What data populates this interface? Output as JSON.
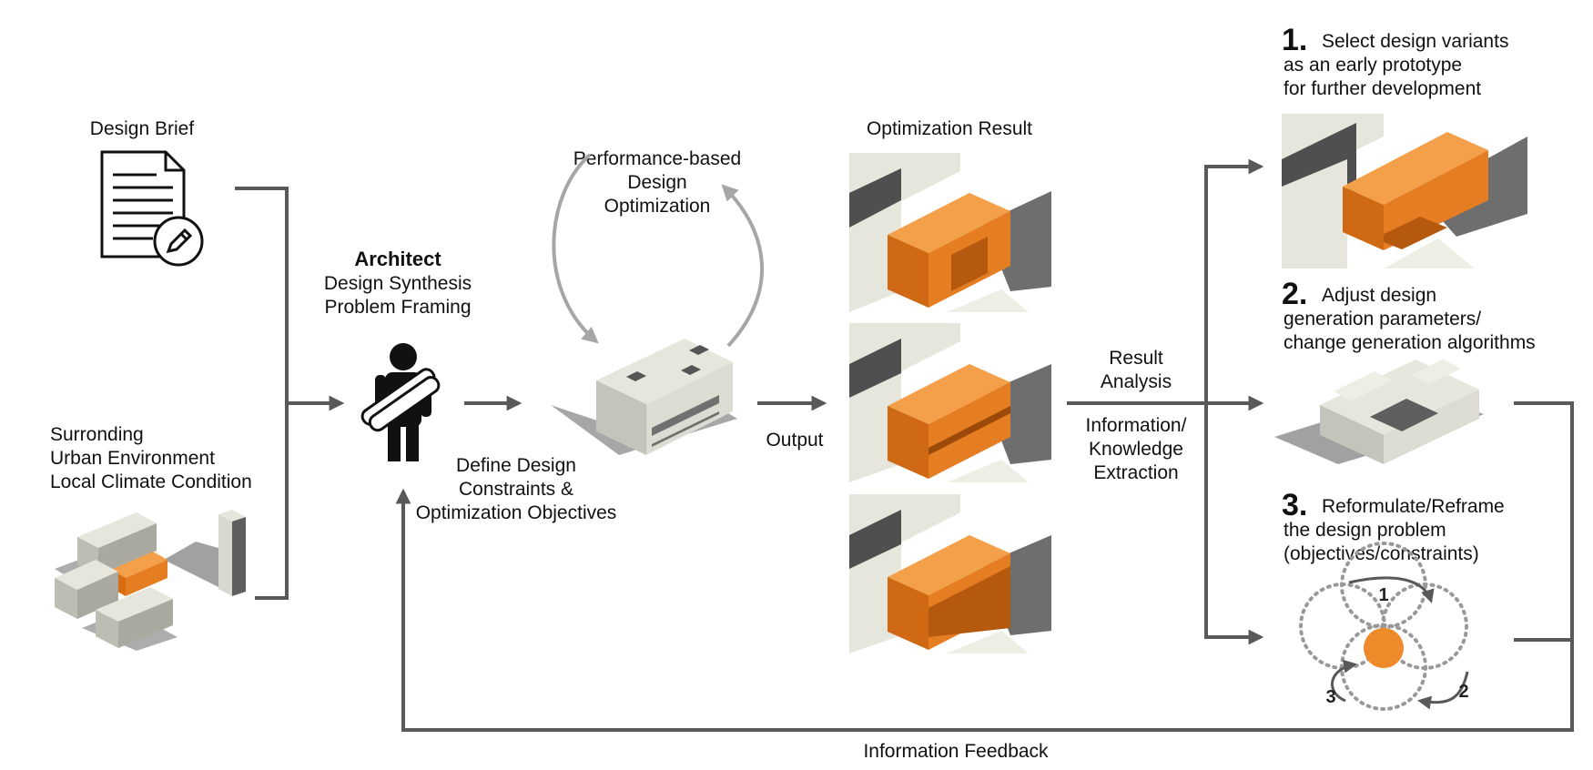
{
  "labels": {
    "design_brief": "Design Brief",
    "surrounding_1": "Surronding",
    "surrounding_2": "Urban Environment",
    "surrounding_3": "Local Climate Condition",
    "architect": "Architect",
    "architect_sub1": "Design Synthesis",
    "architect_sub2": "Problem Framing",
    "optim_1": "Performance-based",
    "optim_2": "Design",
    "optim_3": "Optimization",
    "define_1": "Define Design",
    "define_2": "Constraints &",
    "define_3": "Optimization Objectives",
    "output": "Output",
    "opt_result": "Optimization Result",
    "result_1": "Result",
    "result_2": "Analysis",
    "info_1": "Information/",
    "info_2": "Knowledge",
    "info_3": "Extraction",
    "feedback": "Information Feedback"
  },
  "options": [
    {
      "num": "1.",
      "lines": [
        "Select design variants",
        "as an early prototype",
        "for further development"
      ]
    },
    {
      "num": "2.",
      "lines": [
        "Adjust design",
        "generation parameters/",
        "change generation algorithms"
      ]
    },
    {
      "num": "3.",
      "lines": [
        "Reformulate/Reframe",
        "the design problem",
        "(objectives/constraints)"
      ]
    }
  ],
  "cycle_numbers": [
    "1",
    "2",
    "3"
  ],
  "colors": {
    "arrow": "#595959",
    "accent": "#ef8a2a",
    "block_light": "#e6e6dc",
    "block_mid": "#bdbdb3",
    "shadow": "#8a8a8a",
    "curve_arrow": "#a6a6a6"
  }
}
